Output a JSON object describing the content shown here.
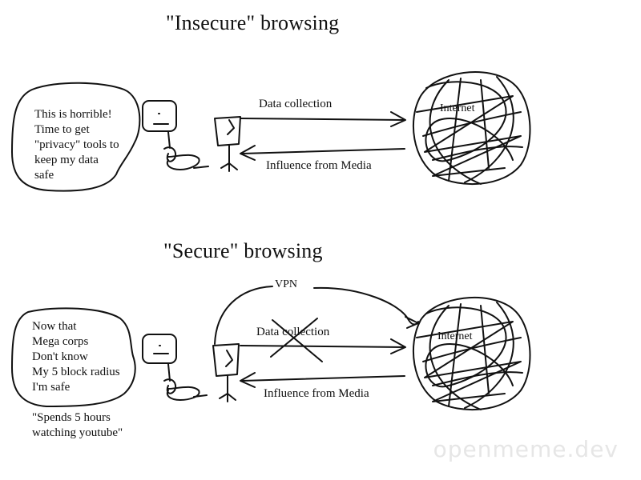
{
  "panel_top": {
    "title": "\"Insecure\"  browsing",
    "speech": "This is horrible!\nTime to get\n\"privacy\" tools to\nkeep my data\nsafe",
    "arrow_out_label": "Data  collection",
    "arrow_in_label": "Influence  from  Media",
    "cloud_label": "Internet"
  },
  "panel_bottom": {
    "title": "\"Secure\"  browsing",
    "speech": "Now that\nMega corps\nDon't know\nMy 5 block radius\nI'm safe",
    "vpn_label": "VPN",
    "arrow_out_label": "Data  collection",
    "arrow_in_label": "Influence  from  Media",
    "cloud_label": "Internet",
    "caption": "\"Spends 5 hours\nwatching youtube\""
  },
  "watermark": "openmeme.dev"
}
